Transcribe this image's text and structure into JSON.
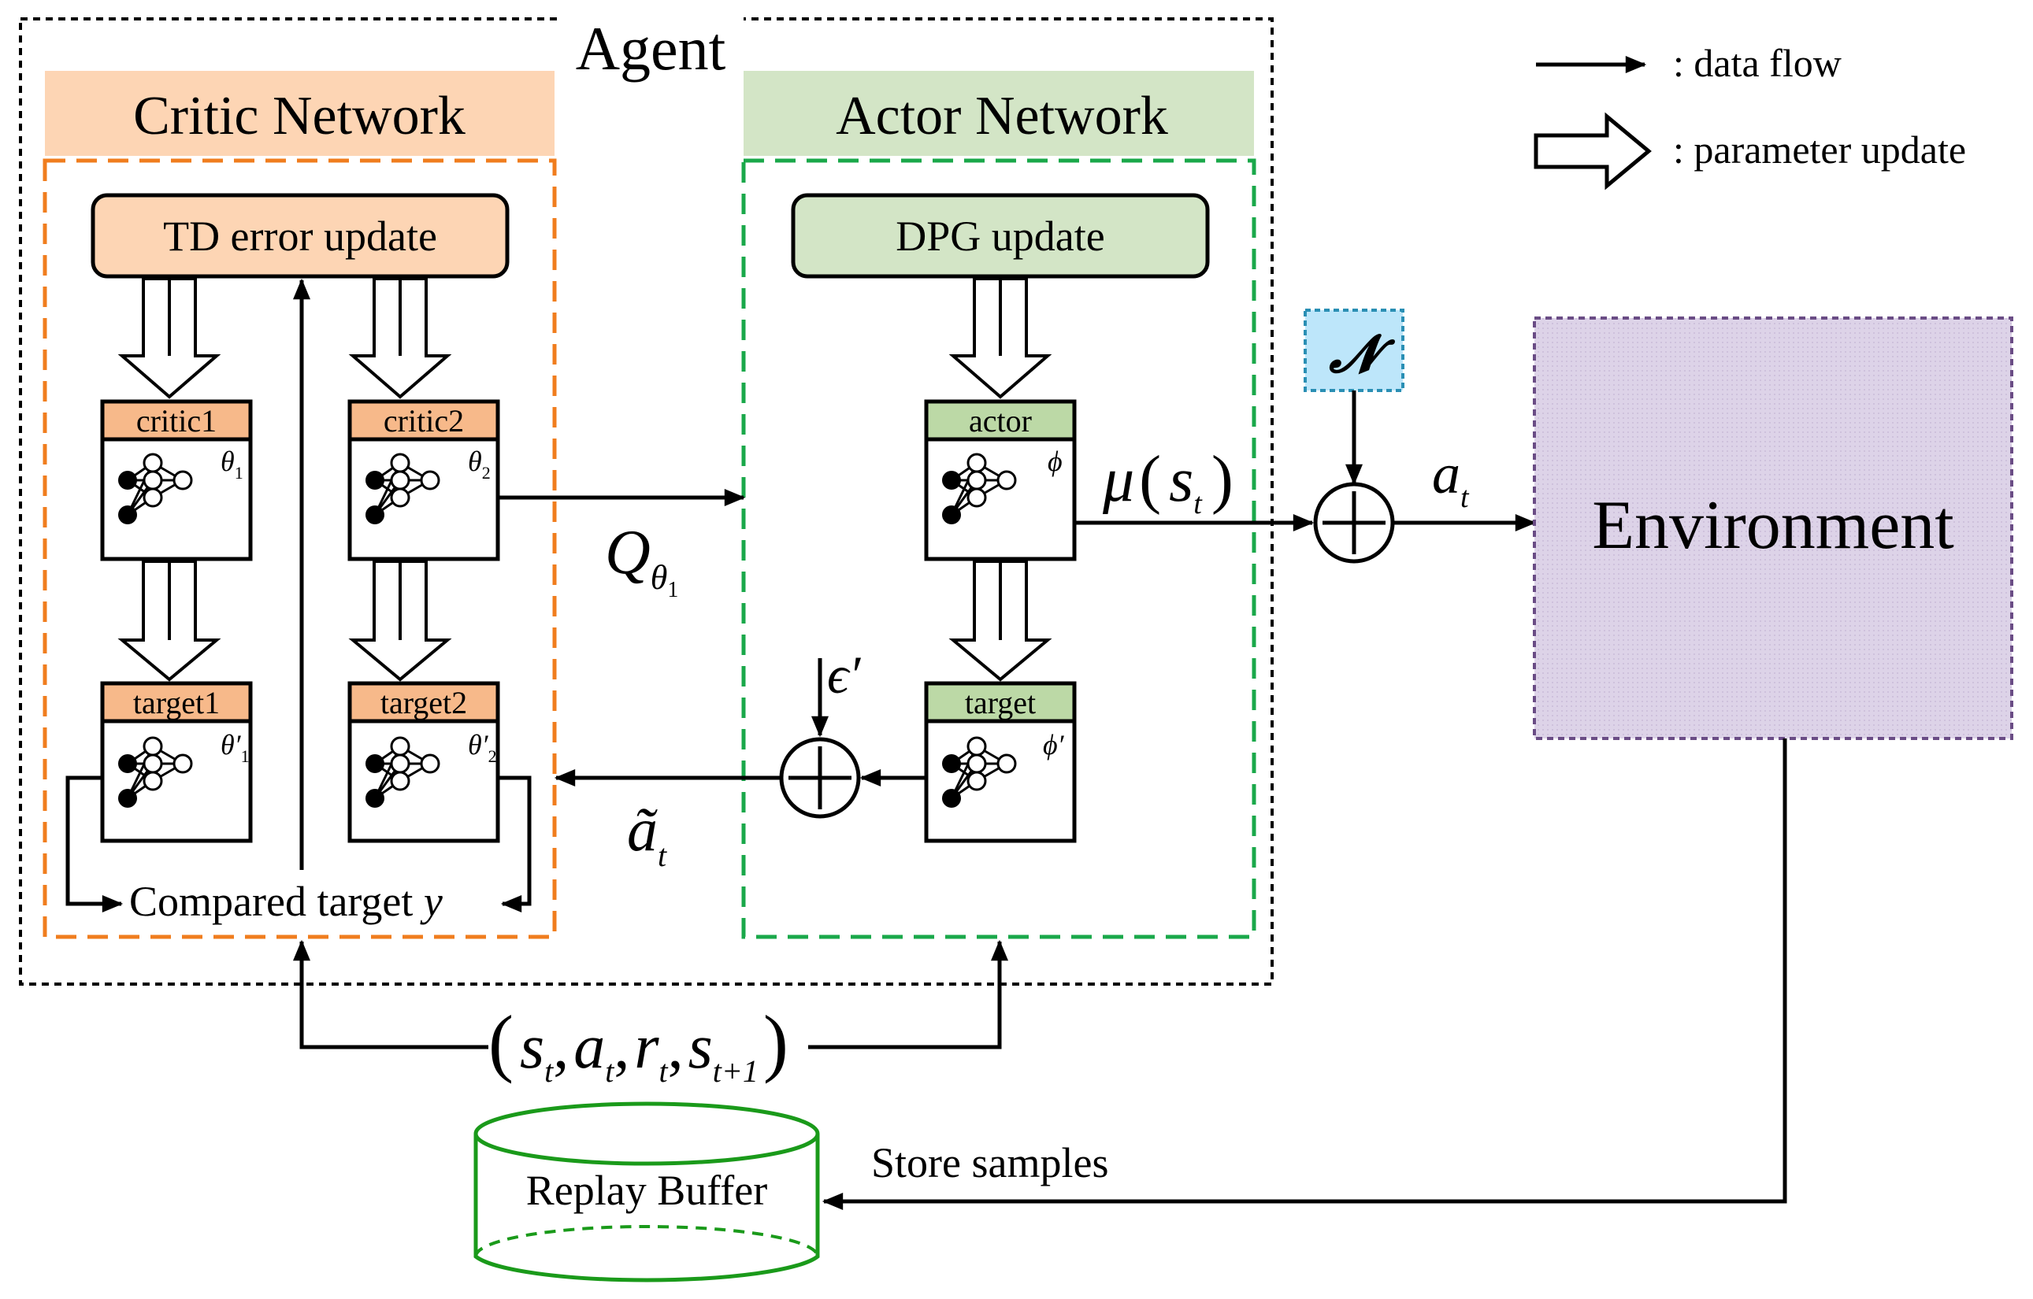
{
  "agent": {
    "title": "Agent"
  },
  "legend": {
    "data_flow": ": data flow",
    "parameter_update": ": parameter update"
  },
  "critic": {
    "header": "Critic Network",
    "update_label": "TD error update",
    "critic1": {
      "label": "critic1",
      "param": "θ",
      "sub": "1"
    },
    "critic2": {
      "label": "critic2",
      "param": "θ",
      "sub": "2"
    },
    "target1": {
      "label": "target1",
      "param": "θ′",
      "sub": "1"
    },
    "target2": {
      "label": "target2",
      "param": "θ′",
      "sub": "2"
    },
    "compared_target": "Compared target ",
    "compared_target_var": "y"
  },
  "actor": {
    "header": "Actor Network",
    "update_label": "DPG update",
    "actor": {
      "label": "actor",
      "param": "ϕ"
    },
    "target": {
      "label": "target",
      "param": "ϕ′"
    }
  },
  "signals": {
    "q_value": "Q",
    "q_sub": "θ",
    "q_subsub": "1",
    "mu": "μ",
    "mu_arg": "s",
    "mu_arg_sub": "t",
    "action": "a",
    "action_sub": "t",
    "noisy_action": "ã",
    "noisy_action_sub": "t",
    "epsilon": "ϵ′",
    "noise": "𝓝",
    "transition": {
      "s": "s",
      "s_sub": "t",
      "a": "a",
      "a_sub": "t",
      "r": "r",
      "r_sub": "t",
      "s2": "s",
      "s2_sub": "t+1"
    }
  },
  "environment": {
    "label": "Environment"
  },
  "replay": {
    "label": "Replay Buffer",
    "store_label": "Store samples"
  },
  "colors": {
    "critic_fill": "#fdd5b4",
    "critic_border": "#f07d1e",
    "actor_fill": "#d3e5c6",
    "actor_border": "#1aa84a",
    "env_fill": "#ddd3e8",
    "env_border": "#6a4c85",
    "noise_fill": "#bde6fa",
    "noise_border": "#2a8fb4",
    "buffer_border": "#1a9a1a"
  }
}
